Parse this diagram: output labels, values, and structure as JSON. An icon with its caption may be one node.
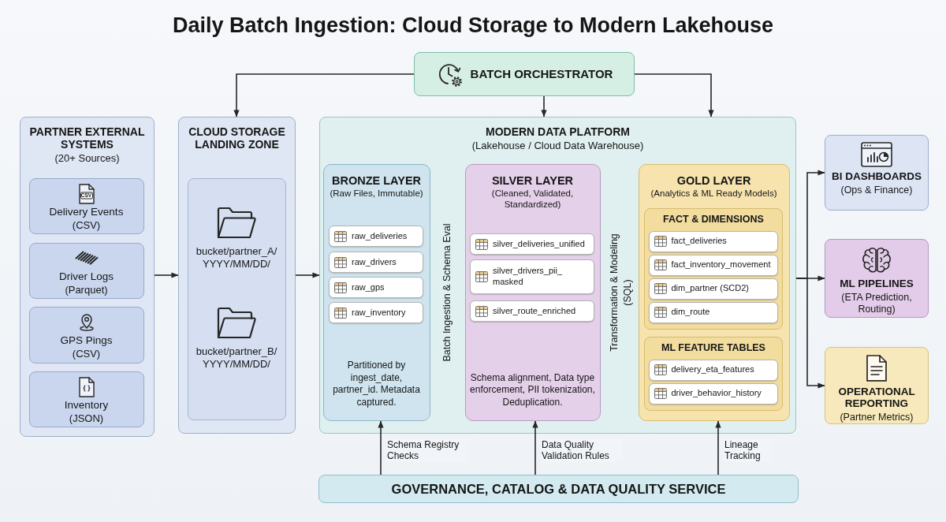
{
  "diagram": {
    "title": "Daily Batch Ingestion: Cloud Storage to Modern Lakehouse",
    "nodes": [
      {
        "text": [
          "BATCH ORCHESTRATOR"
        ]
      },
      {
        "text": [
          "PARTNER EXTERNAL SYSTEMS",
          "(20+ Sources)"
        ]
      },
      {
        "text": [
          "Delivery Events",
          "(CSV)"
        ],
        "in": 1
      },
      {
        "text": [
          "Driver Logs",
          "(Parquet)"
        ],
        "in": 1
      },
      {
        "text": [
          "GPS Pings",
          "(CSV)"
        ],
        "in": 1
      },
      {
        "text": [
          "Inventory",
          "(JSON)"
        ],
        "in": 1
      },
      {
        "text": [
          "CLOUD STORAGE LANDING ZONE"
        ]
      },
      {
        "text": [
          "bucket/partner_A/ YYYY/MM/DD/",
          "bucket/partner_B/ YYYY/MM/DD/"
        ],
        "in": 6
      },
      {
        "text": [
          "MODERN DATA PLATFORM",
          "(Lakehouse / Cloud Data Warehouse)"
        ]
      },
      {
        "text": [
          "BRONZE LAYER",
          "(Raw Files, Immutable)",
          "Partitioned by ingest_date, partner_id. Metadata captured."
        ],
        "in": 8
      },
      {
        "text": [
          "raw_deliveries"
        ],
        "in": 9
      },
      {
        "text": [
          "raw_drivers"
        ],
        "in": 9
      },
      {
        "text": [
          "raw_gps"
        ],
        "in": 9
      },
      {
        "text": [
          "raw_inventory"
        ],
        "in": 9
      },
      {
        "text": [
          "SILVER LAYER",
          "(Cleaned, Validated, Standardized)",
          "Schema alignment, Data type enforcement, PII tokenization, Deduplication."
        ],
        "in": 8
      },
      {
        "text": [
          "silver_deliveries_unified"
        ],
        "in": 14
      },
      {
        "text": [
          "silver_drivers_pii_ masked"
        ],
        "in": 14
      },
      {
        "text": [
          "silver_route_enriched"
        ],
        "in": 14
      },
      {
        "text": [
          "GOLD LAYER",
          "(Analytics & ML Ready Models)"
        ],
        "in": 8
      },
      {
        "text": [
          "FACT & DIMENSIONS"
        ],
        "in": 18
      },
      {
        "text": [
          "fact_deliveries"
        ],
        "in": 19
      },
      {
        "text": [
          "fact_inventory_movement"
        ],
        "in": 19
      },
      {
        "text": [
          "dim_partner (SCD2)"
        ],
        "in": 19
      },
      {
        "text": [
          "dim_route"
        ],
        "in": 19
      },
      {
        "text": [
          "ML FEATURE TABLES"
        ],
        "in": 18
      },
      {
        "text": [
          "delivery_eta_features"
        ],
        "in": 24
      },
      {
        "text": [
          "driver_behavior_history"
        ],
        "in": 24
      },
      {
        "text": [
          "BI DASHBOARDS",
          "(Ops & Finance)"
        ]
      },
      {
        "text": [
          "ML PIPELINES",
          "(ETA Prediction, Routing)"
        ]
      },
      {
        "text": [
          "OPERATIONAL REPORTING",
          "(Partner Metrics)"
        ]
      },
      {
        "text": [
          "GOVERNANCE, CATALOG & DATA QUALITY SERVICE"
        ]
      }
    ],
    "edges": [
      {
        "from": 0,
        "to": 6,
        "arrow": "to"
      },
      {
        "from": 0,
        "to": 8,
        "arrow": "to"
      },
      {
        "from": 0,
        "to": 8,
        "arrow": "to"
      },
      {
        "from": 1,
        "to": 6,
        "arrow": "to"
      },
      {
        "from": 6,
        "to": 8,
        "arrow": "to"
      },
      {
        "from": 8,
        "to": 27,
        "arrow": "to"
      },
      {
        "from": 8,
        "to": 28,
        "arrow": "to"
      },
      {
        "from": 8,
        "to": 29,
        "arrow": "to"
      },
      {
        "from": 30,
        "to": 9,
        "arrow": "to",
        "label": "Schema Registry Checks"
      },
      {
        "from": 30,
        "to": 14,
        "arrow": "to",
        "label": "Data Quality Validation Rules"
      },
      {
        "from": 30,
        "to": 18,
        "arrow": "to",
        "label": "Lineage Tracking"
      }
    ],
    "labels": [
      "CSV",
      "Batch Ingestion & Schema Eval",
      "Transformation & Modeling",
      "(SQL)"
    ]
  }
}
